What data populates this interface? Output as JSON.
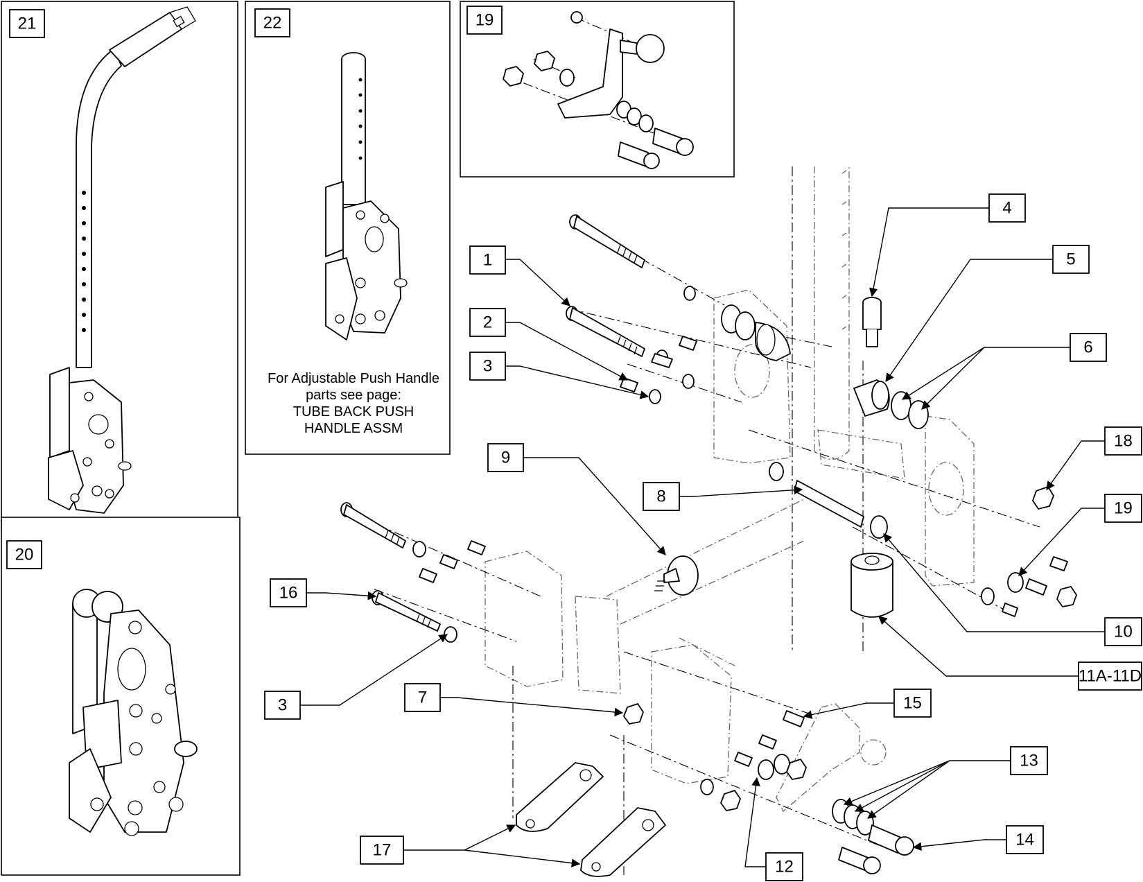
{
  "figure": {
    "callouts": [
      {
        "id": "c1",
        "label": "1"
      },
      {
        "id": "c2",
        "label": "2"
      },
      {
        "id": "c3a",
        "label": "3"
      },
      {
        "id": "c3b",
        "label": "3"
      },
      {
        "id": "c4",
        "label": "4"
      },
      {
        "id": "c5",
        "label": "5"
      },
      {
        "id": "c6",
        "label": "6"
      },
      {
        "id": "c7",
        "label": "7"
      },
      {
        "id": "c8",
        "label": "8"
      },
      {
        "id": "c9",
        "label": "9"
      },
      {
        "id": "c10",
        "label": "10"
      },
      {
        "id": "c11",
        "label": "11A-11D"
      },
      {
        "id": "c12",
        "label": "12"
      },
      {
        "id": "c13",
        "label": "13"
      },
      {
        "id": "c14",
        "label": "14"
      },
      {
        "id": "c15",
        "label": "15"
      },
      {
        "id": "c16",
        "label": "16"
      },
      {
        "id": "c17",
        "label": "17"
      },
      {
        "id": "c18",
        "label": "18"
      },
      {
        "id": "c19b",
        "label": "19"
      }
    ],
    "panels": {
      "p21": {
        "label": "21"
      },
      "p22": {
        "label": "22",
        "note": [
          "For Adjustable Push Handle",
          "parts see page:",
          "TUBE BACK PUSH",
          "HANDLE ASSM"
        ]
      },
      "p19": {
        "label": "19"
      },
      "p20": {
        "label": "20"
      }
    }
  }
}
